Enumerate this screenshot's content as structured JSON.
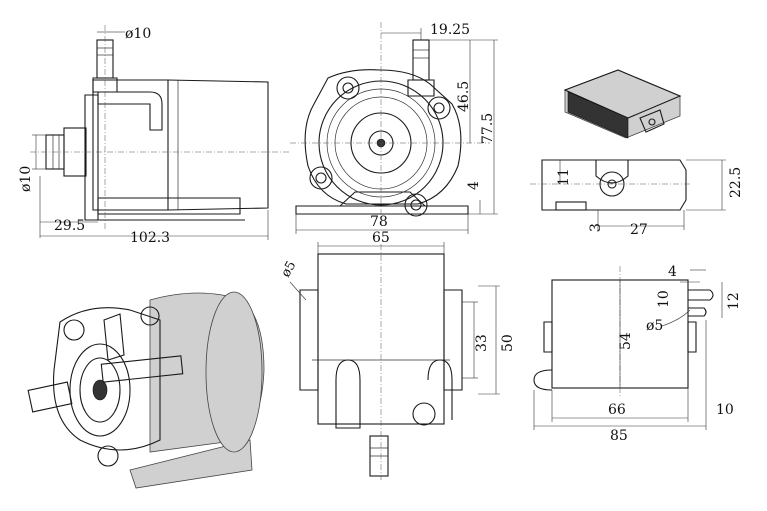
{
  "side_view": {
    "dims": {
      "outlet_dia": "ø10",
      "inlet_dia": "ø10",
      "inlet_len": "29.5",
      "total_len": "102.3"
    }
  },
  "front_view": {
    "dims": {
      "outlet_offset": "19.25",
      "center_to_outlet": "46.5",
      "total_height": "77.5",
      "base_thick": "4",
      "base_width": "78"
    }
  },
  "bottom_view": {
    "dims": {
      "slot": "ø5",
      "width": "65",
      "slot_len": "33",
      "base_len": "50"
    }
  },
  "controller_side": {
    "dims": {
      "height": "22.5",
      "gap": "11",
      "bottom": "3",
      "length": "27"
    }
  },
  "controller_top": {
    "dims": {
      "edge": "4",
      "slot_off": "10",
      "slot_w": "12",
      "hole": "ø5",
      "height": "54",
      "body_len": "66",
      "total_len": "85",
      "tab": "10"
    }
  }
}
